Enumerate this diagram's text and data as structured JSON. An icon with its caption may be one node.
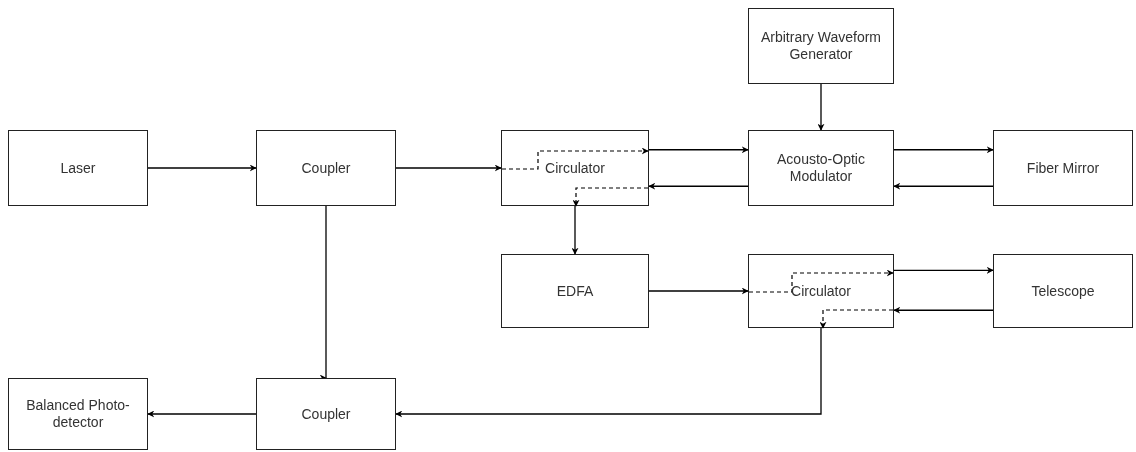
{
  "diagram": {
    "nodes": [
      {
        "text": [
          "Laser"
        ]
      },
      {
        "text": [
          "Coupler"
        ]
      },
      {
        "text": [
          "Circulator"
        ]
      },
      {
        "text": [
          "Arbitrary Waveform Generator"
        ]
      },
      {
        "text": [
          "Acousto-Optic Modulator"
        ]
      },
      {
        "text": [
          "Fiber Mirror"
        ]
      },
      {
        "text": [
          "EDFA"
        ]
      },
      {
        "text": [
          "Circulator"
        ]
      },
      {
        "text": [
          "Telescope"
        ]
      },
      {
        "text": [
          "Balanced Photo-detector"
        ]
      },
      {
        "text": [
          "Coupler"
        ]
      }
    ],
    "edges": [
      {
        "from": 0,
        "to": 1,
        "arrow": "to"
      },
      {
        "from": 1,
        "to": 2,
        "arrow": "to"
      },
      {
        "from": 2,
        "to": 4,
        "arrow": "to"
      },
      {
        "from": 4,
        "to": 2,
        "arrow": "to"
      },
      {
        "from": 3,
        "to": 4,
        "arrow": "to"
      },
      {
        "from": 4,
        "to": 5,
        "arrow": "to"
      },
      {
        "from": 5,
        "to": 4,
        "arrow": "to"
      },
      {
        "from": 2,
        "to": 6,
        "arrow": "to"
      },
      {
        "from": 6,
        "to": 7,
        "arrow": "to"
      },
      {
        "from": 7,
        "to": 8,
        "arrow": "to"
      },
      {
        "from": 8,
        "to": 7,
        "arrow": "to"
      },
      {
        "from": 7,
        "to": 10,
        "arrow": "to"
      },
      {
        "from": 1,
        "to": 10,
        "arrow": "to"
      },
      {
        "from": 10,
        "to": 9,
        "arrow": "to"
      }
    ]
  }
}
